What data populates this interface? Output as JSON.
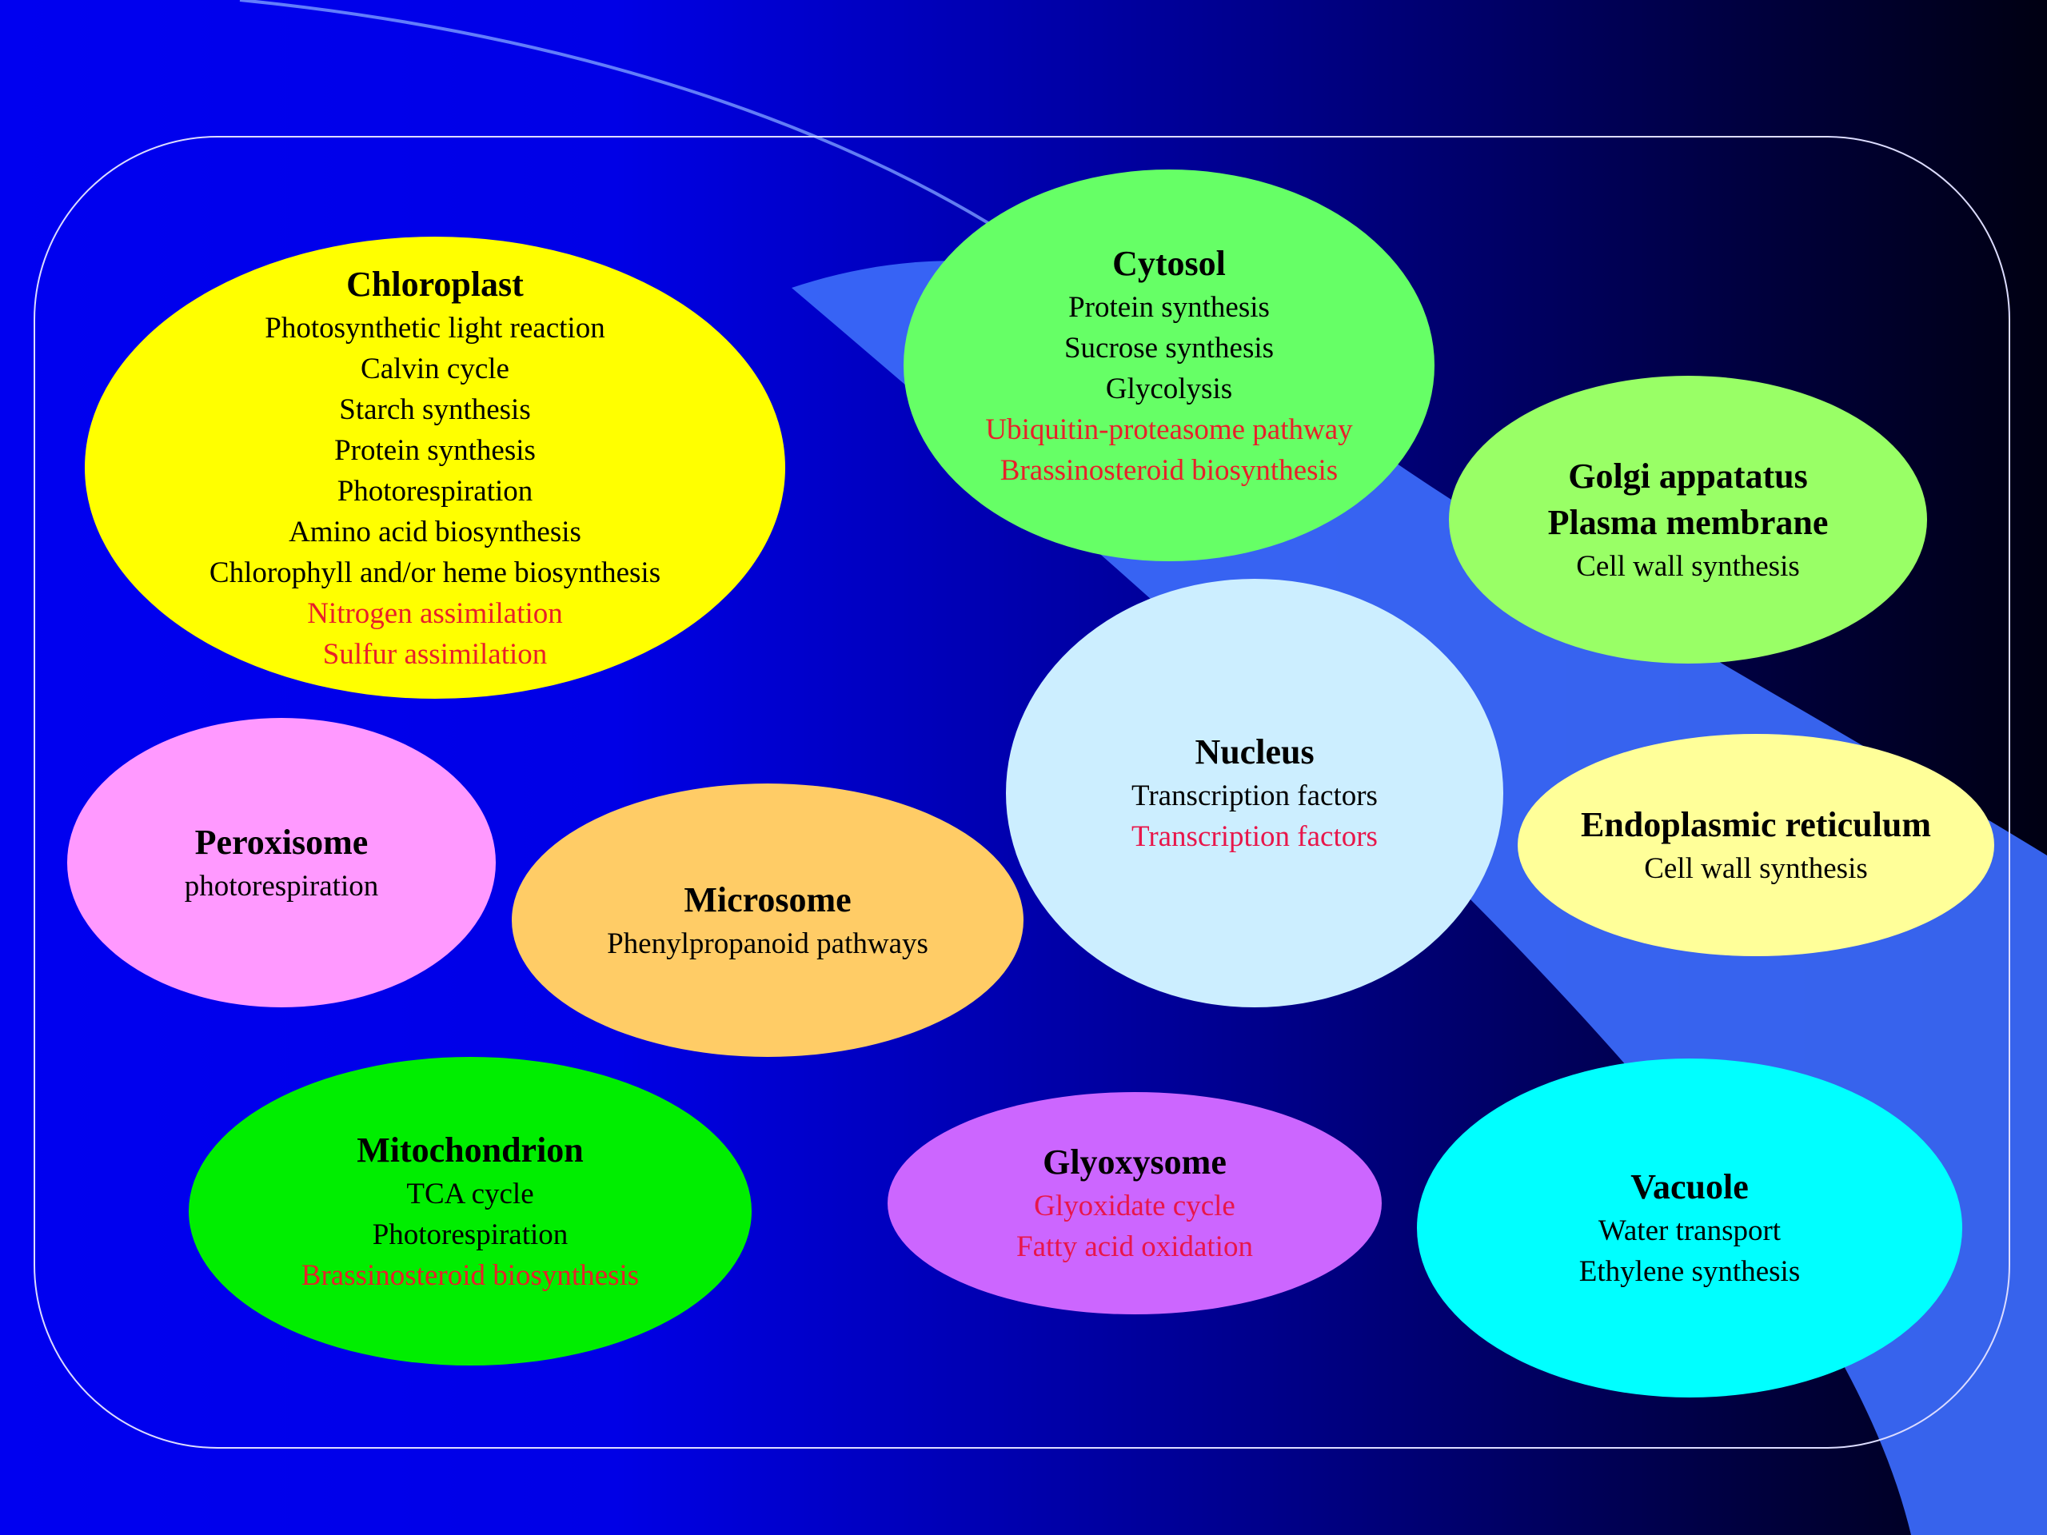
{
  "colors": {
    "background_left": "#0000f0",
    "background_right": "#000012",
    "swoosh": "#3a68f8",
    "highlight_text": "#e8202a"
  },
  "organelles": [
    {
      "id": "chloroplast",
      "fill": "#ffff00",
      "titles": [
        "Chloroplast"
      ],
      "items": [
        {
          "text": "Photosynthetic light reaction",
          "color": "black"
        },
        {
          "text": "Calvin cycle",
          "color": "black"
        },
        {
          "text": "Starch synthesis",
          "color": "black"
        },
        {
          "text": "Protein synthesis",
          "color": "black"
        },
        {
          "text": "Photorespiration",
          "color": "black"
        },
        {
          "text": "Amino acid biosynthesis",
          "color": "black"
        },
        {
          "text": "Chlorophyll and/or heme biosynthesis",
          "color": "black"
        },
        {
          "text": "Nitrogen assimilation",
          "color": "red"
        },
        {
          "text": "Sulfur assimilation",
          "color": "red"
        }
      ]
    },
    {
      "id": "cytosol",
      "fill": "#66ff66",
      "titles": [
        "Cytosol"
      ],
      "items": [
        {
          "text": "Protein synthesis",
          "color": "black"
        },
        {
          "text": "Sucrose synthesis",
          "color": "black"
        },
        {
          "text": "Glycolysis",
          "color": "black"
        },
        {
          "text": "Ubiquitin-proteasome pathway",
          "color": "red"
        },
        {
          "text": "Brassinosteroid biosynthesis",
          "color": "red"
        }
      ]
    },
    {
      "id": "golgi",
      "fill": "#99ff66",
      "titles": [
        "Golgi appatatus",
        "Plasma membrane"
      ],
      "items": [
        {
          "text": "Cell wall synthesis",
          "color": "black"
        }
      ]
    },
    {
      "id": "nucleus",
      "fill": "#cceeff",
      "titles": [
        "Nucleus"
      ],
      "items": [
        {
          "text": "Transcription factors",
          "color": "black"
        },
        {
          "text": "Transcription factors",
          "color": "pink"
        }
      ]
    },
    {
      "id": "peroxisome",
      "fill": "#ff99ff",
      "titles": [
        "Peroxisome"
      ],
      "items": [
        {
          "text": "photorespiration",
          "color": "black"
        }
      ]
    },
    {
      "id": "microsome",
      "fill": "#ffcc66",
      "titles": [
        "Microsome"
      ],
      "items": [
        {
          "text": "Phenylpropanoid pathways",
          "color": "black"
        }
      ]
    },
    {
      "id": "endoplasmic-reticulum",
      "fill": "#ffff99",
      "titles": [
        "Endoplasmic reticulum"
      ],
      "items": [
        {
          "text": "Cell wall synthesis",
          "color": "black"
        }
      ]
    },
    {
      "id": "mitochondrion",
      "fill": "#00ee00",
      "titles": [
        "Mitochondrion"
      ],
      "items": [
        {
          "text": "TCA cycle",
          "color": "black"
        },
        {
          "text": "Photorespiration",
          "color": "black"
        },
        {
          "text": "Brassinosteroid biosynthesis",
          "color": "red"
        }
      ]
    },
    {
      "id": "glyoxysome",
      "fill": "#cc66ff",
      "titles": [
        "Glyoxysome"
      ],
      "items": [
        {
          "text": "Glyoxidate cycle",
          "color": "pink"
        },
        {
          "text": "Fatty acid oxidation",
          "color": "pink"
        }
      ]
    },
    {
      "id": "vacuole",
      "fill": "#00ffff",
      "titles": [
        "Vacuole"
      ],
      "items": [
        {
          "text": "Water transport",
          "color": "black"
        },
        {
          "text": "Ethylene synthesis",
          "color": "black"
        }
      ]
    }
  ]
}
